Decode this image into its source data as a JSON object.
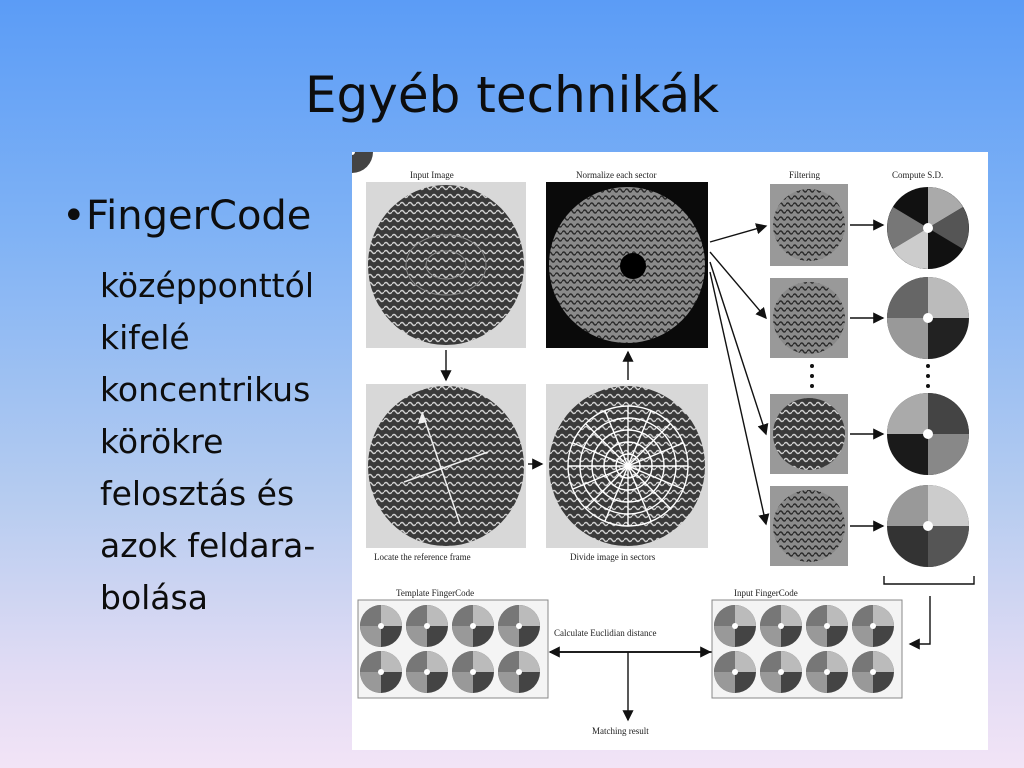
{
  "slide": {
    "title": "Egyéb technikák",
    "bullet": "FingerCode",
    "body_lines": [
      "középponttól",
      "kifelé",
      "koncentrikus",
      "körökre",
      "felosztás és",
      "azok feldara-",
      "bolása"
    ]
  },
  "figure": {
    "labels": {
      "input_image": "Input Image",
      "normalize": "Normalize each sector",
      "filtering": "Filtering",
      "compute_sd": "Compute S.D.",
      "locate": "Locate the reference frame",
      "divide": "Divide image in sectors",
      "template": "Template FingerCode",
      "input_code": "Input FingerCode",
      "euclid": "Calculate Euclidian distance",
      "matching": "Matching result"
    }
  }
}
